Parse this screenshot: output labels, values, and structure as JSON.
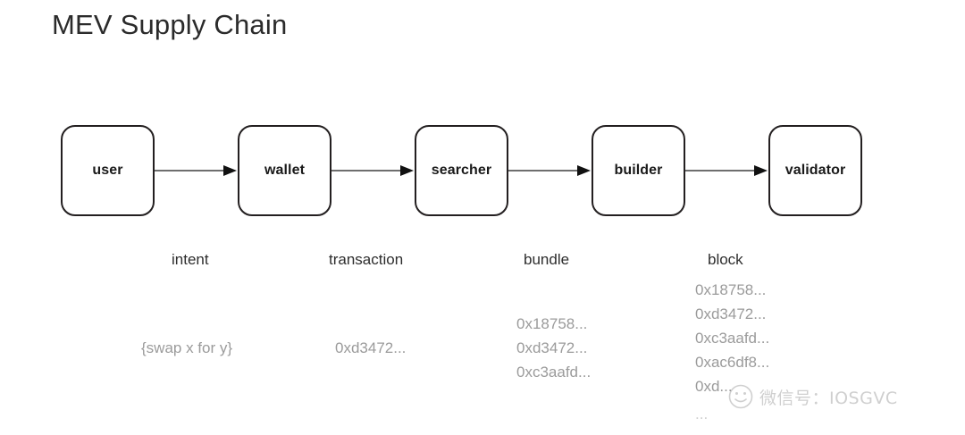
{
  "title": "MEV Supply Chain",
  "diagram": {
    "type": "flow",
    "nodes": [
      {
        "id": "user",
        "label": "user"
      },
      {
        "id": "wallet",
        "label": "wallet"
      },
      {
        "id": "searcher",
        "label": "searcher"
      },
      {
        "id": "builder",
        "label": "builder"
      },
      {
        "id": "validator",
        "label": "validator"
      }
    ],
    "edges": [
      {
        "from": "user",
        "to": "wallet",
        "label": "intent"
      },
      {
        "from": "wallet",
        "to": "searcher",
        "label": "transaction"
      },
      {
        "from": "searcher",
        "to": "builder",
        "label": "bundle"
      },
      {
        "from": "builder",
        "to": "validator",
        "label": "block"
      }
    ],
    "stages": [
      {
        "name": "intent",
        "values": [
          "{swap x for y}"
        ],
        "ellipsis": ""
      },
      {
        "name": "transaction",
        "values": [
          "0xd3472..."
        ],
        "ellipsis": ""
      },
      {
        "name": "bundle",
        "values": [
          "0x18758...",
          "0xd3472...",
          "0xc3aafd..."
        ],
        "ellipsis": ""
      },
      {
        "name": "block",
        "values": [
          "0x18758...",
          "0xd3472...",
          "0xc3aafd...",
          "0xac6df8...",
          "0xd..."
        ],
        "ellipsis": "..."
      }
    ]
  },
  "watermark": {
    "text": "微信号：IOSGVC",
    "logo": "smiley-circle-logo"
  },
  "colors": {
    "background": "#ffffff",
    "title": "#2b2b2b",
    "node_border": "#231f20",
    "node_text": "#1a1a1a",
    "arrow_shaft": "#6e6e6e",
    "arrow_head": "#111111",
    "stage_name": "#2d2d2d",
    "stage_value": "#9b9b9b",
    "watermark": "#8e8e8e"
  }
}
